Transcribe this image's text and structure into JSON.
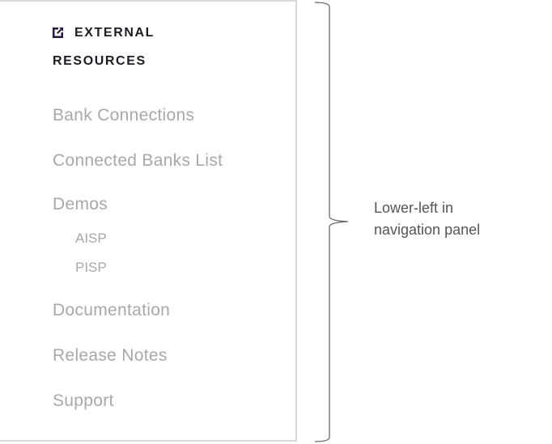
{
  "panel": {
    "header_icon": "external-link-icon",
    "header_line1": "EXTERNAL",
    "header_line2": "RESOURCES",
    "items": [
      {
        "label": "Bank Connections"
      },
      {
        "label": "Connected Banks List"
      },
      {
        "label": "Demos",
        "children": [
          {
            "label": "AISP"
          },
          {
            "label": "PISP"
          }
        ]
      },
      {
        "label": "Documentation"
      },
      {
        "label": "Release Notes"
      },
      {
        "label": "Support"
      }
    ]
  },
  "annotation": {
    "line1": "Lower-left in",
    "line2": "navigation panel"
  },
  "colors": {
    "accent": "#2a1740",
    "muted": "#a8a8a8",
    "border": "#d9d9d9"
  }
}
